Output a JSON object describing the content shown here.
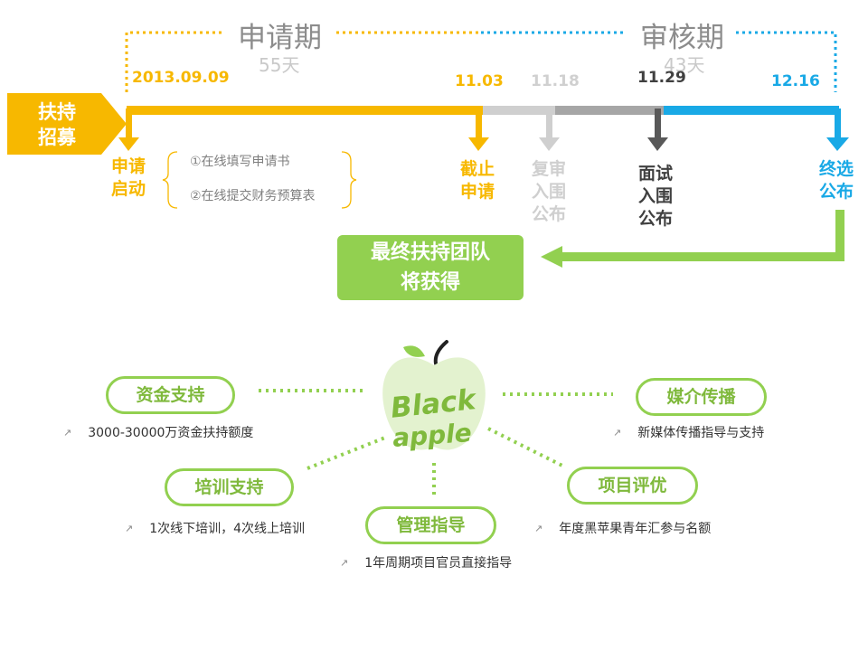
{
  "colors": {
    "yellow": "#f7b800",
    "lightgray": "#cfcfcf",
    "midgray": "#a6a6a6",
    "darkgray": "#595959",
    "blue": "#19a9e6",
    "green": "#92d050"
  },
  "header": {
    "apply_phase": {
      "title": "申请期",
      "days": "55天"
    },
    "review_phase": {
      "title": "审核期",
      "days": "43天"
    }
  },
  "left_label": {
    "line1": "扶持",
    "line2": "招募"
  },
  "dates": {
    "start": "2013.09.09",
    "deadline": "11.03",
    "second_review": "11.18",
    "interview": "11.29",
    "final": "12.16"
  },
  "milestones": {
    "start": [
      "申请",
      "启动"
    ],
    "deadline": [
      "截止",
      "申请"
    ],
    "second_review": [
      "复审",
      "入围",
      "公布"
    ],
    "interview": [
      "面试",
      "入围",
      "公布"
    ],
    "final": [
      "终选",
      "公布"
    ]
  },
  "apply_steps": [
    "①在线填写申请书",
    "②在线提交财务预算表"
  ],
  "final_box": {
    "line1": "最终扶持团队",
    "line2": "将获得"
  },
  "logo": {
    "text": "Black apple",
    "icon": "apple-icon"
  },
  "benefits": {
    "funding": {
      "label": "资金支持",
      "desc": "3000-30000万资金扶持额度"
    },
    "media": {
      "label": "媒介传播",
      "desc": "新媒体传播指导与支持"
    },
    "training": {
      "label": "培训支持",
      "desc": "1次线下培训，4次线上培训"
    },
    "project": {
      "label": "项目评优",
      "desc": "年度黑苹果青年汇参与名额"
    },
    "management": {
      "label": "管理指导",
      "desc": "1年周期项目官员直接指导"
    }
  }
}
